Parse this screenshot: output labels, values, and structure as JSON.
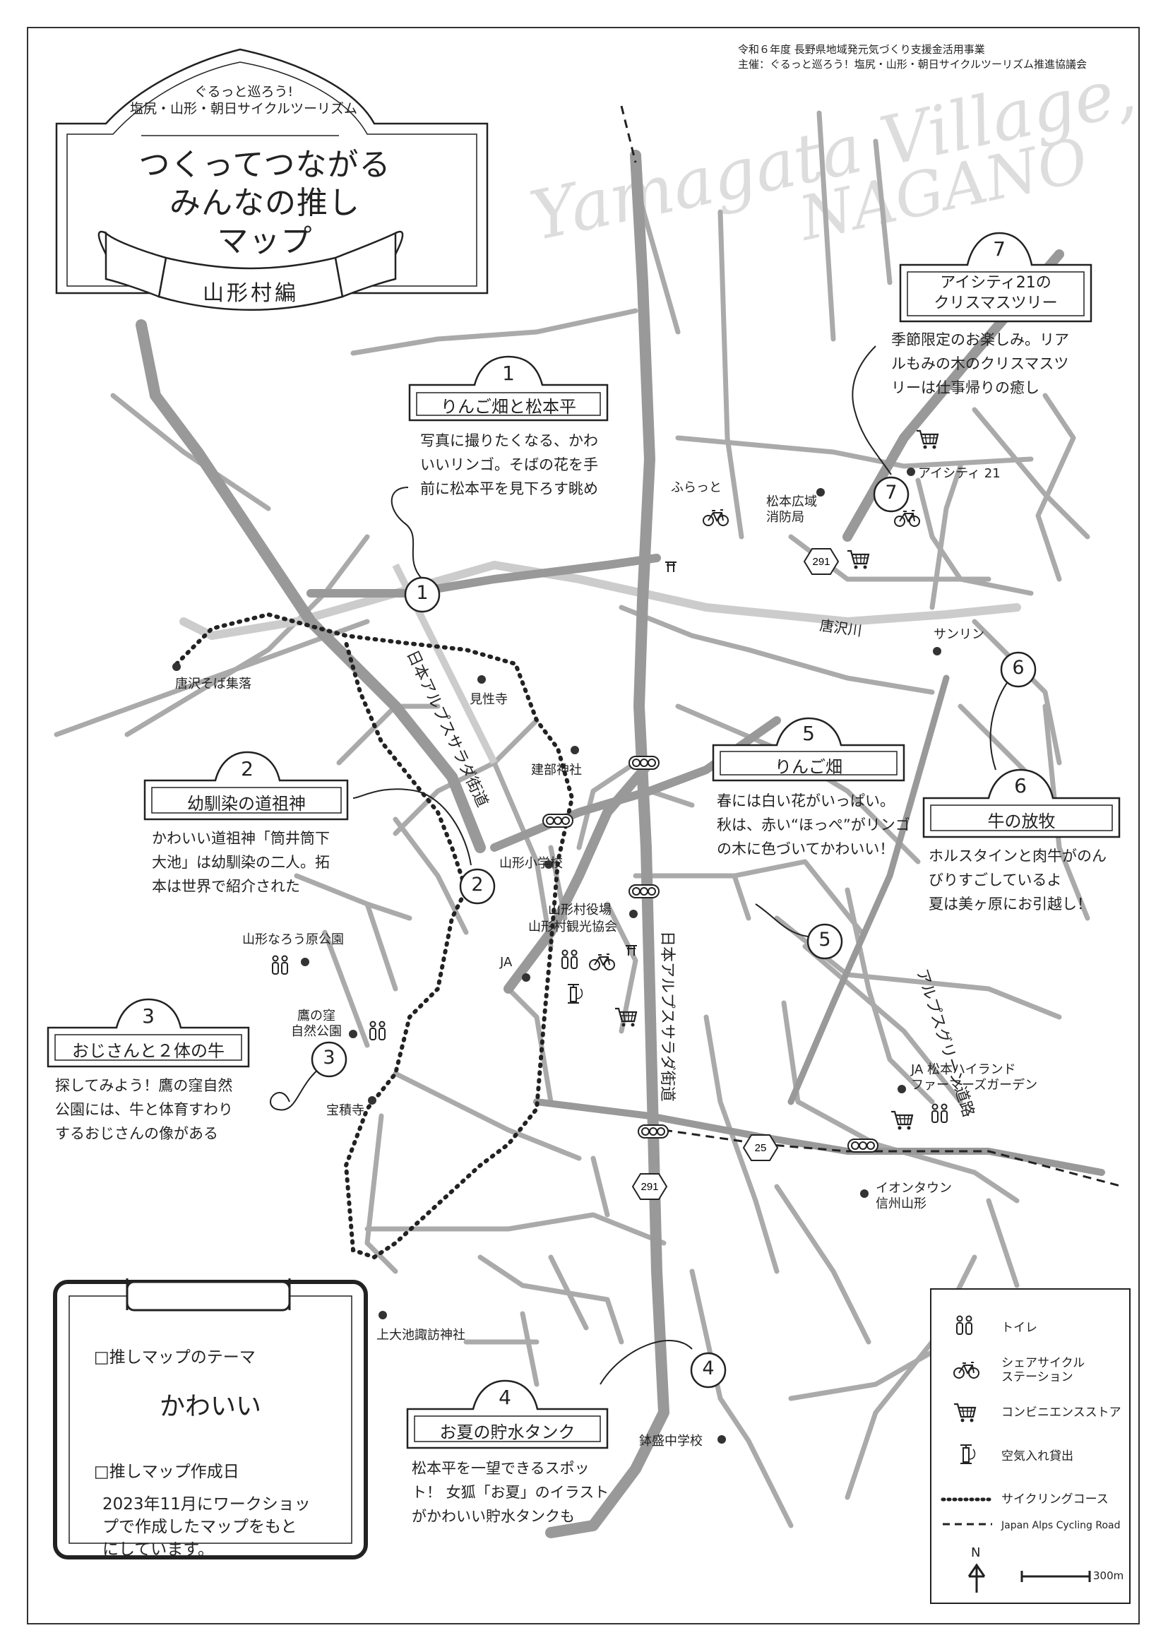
{
  "credit": {
    "line1": "令和６年度 長野県地域発元気づくり支援金活用事業",
    "line2": "主催：ぐるっと巡ろう！塩尻・山形・朝日サイクルツーリズム推進協議会"
  },
  "title": {
    "kicker1": "ぐるっと巡ろう!",
    "kicker2": "塩尻・山形・朝日サイクルツーリズム",
    "main1": "つくってつながる",
    "main2": "みんなの推し",
    "main3": "マップ",
    "ribbon": "山形村編"
  },
  "watermark": {
    "line1": "Yamagata Village,",
    "line2": "NAGANO"
  },
  "spots": [
    {
      "num": "1",
      "name": "りんご畑と松本平",
      "desc1": "写真に撮りたくなる、かわ",
      "desc2": "いいリンゴ。そばの花を手",
      "desc3": "前に松本平を見下ろす眺め"
    },
    {
      "num": "2",
      "name": "幼馴染の道祖神",
      "desc1": "かわいい道祖神「筒井筒下",
      "desc2": "大池」は幼馴染の二人。拓",
      "desc3": "本は世界で紹介された"
    },
    {
      "num": "3",
      "name": "おじさんと２体の牛",
      "desc1": "探してみよう！鷹の窪自然",
      "desc2": "公園には、牛と体育すわり",
      "desc3": "するおじさんの像がある"
    },
    {
      "num": "4",
      "name": "お夏の貯水タンク",
      "desc1": "松本平を一望できるスポッ",
      "desc2": "ト！ 女狐「お夏」のイラスト",
      "desc3": "がかわいい貯水タンクも"
    },
    {
      "num": "5",
      "name": "りんご畑",
      "desc1": "春には白い花がいっぱい。",
      "desc2": "秋は、赤い“ほっぺ”がリンゴ",
      "desc3": "の木に色づいてかわいい！"
    },
    {
      "num": "6",
      "name": "牛の放牧",
      "desc1": "ホルスタインと肉牛がのん",
      "desc2": "びりすごしているよ",
      "desc3": "夏は美ヶ原にお引越し！"
    },
    {
      "num": "7",
      "name1": "アイシティ21の",
      "name2": "クリスマスツリー",
      "desc1": "季節限定のお楽しみ。リア",
      "desc2": "ルもみの木のクリスマスツ",
      "desc3": "リーは仕事帰りの癒し"
    }
  ],
  "places": {
    "karasawa_soba": "唐沢そば集落",
    "kenshoji": "見性寺",
    "kenbu": "建部神社",
    "school": "山形小学校",
    "office1": "山形村役場",
    "office2": "山形村観光協会",
    "ja": "JA",
    "naro": "山形なろう原公園",
    "takanokubo1": "鷹の窪",
    "takanokubo2": "自然公園",
    "hoshakuji": "宝積寺",
    "kamioike": "上大池諏訪神社",
    "hachimori": "鉢盛中学校",
    "furatto": "ふらっと",
    "fire1": "松本広域",
    "fire2": "消防局",
    "icity": "アイシティ 21",
    "sunrin": "サンリン",
    "karasawa_river": "唐沢川",
    "ja_matsumoto1": "JA 松本ハイランド",
    "ja_matsumoto2": "ファーマーズガーデン",
    "aeon1": "イオンタウン",
    "aeon2": "信州山形",
    "salad_road_a": "日本アルプスサラダ街道",
    "salad_road_b": "日本アルプスサラダ街道",
    "alps_green": "アルプスグリーン道路",
    "route291a": "291",
    "route291b": "291",
    "route25": "25"
  },
  "note": {
    "theme_label": "□推しマップのテーマ",
    "theme_value": "かわいい",
    "date_label": "□推しマップ作成日",
    "date1": "2023年11月にワークショッ",
    "date2": "プで作成したマップをもと",
    "date3": "にしています。"
  },
  "legend": {
    "toilet": "トイレ",
    "bike1": "シェアサイクル",
    "bike2": "ステーション",
    "store": "コンビニエンスストア",
    "pump": "空気入れ貸出",
    "course": "サイクリングコース",
    "alps": "Japan Alps Cycling Road",
    "north": "N",
    "scale": "300m"
  }
}
